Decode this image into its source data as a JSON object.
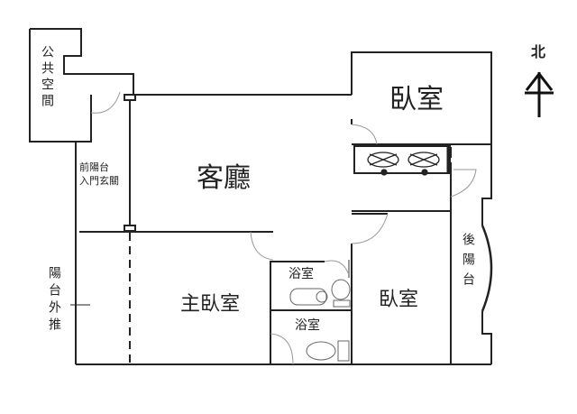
{
  "plan": {
    "north": "北",
    "rooms": {
      "public_space": "公共空間",
      "living_room": "客廳",
      "bedroom_north": "臥室",
      "front_balcony": [
        "前陽台",
        "入門玄關"
      ],
      "master_bedroom": "主臥室",
      "bathroom_1": "浴室",
      "bathroom_2": "浴室",
      "bedroom_south": "臥室",
      "back_balcony": "後陽台",
      "balcony_push_out": "陽台外推"
    }
  }
}
